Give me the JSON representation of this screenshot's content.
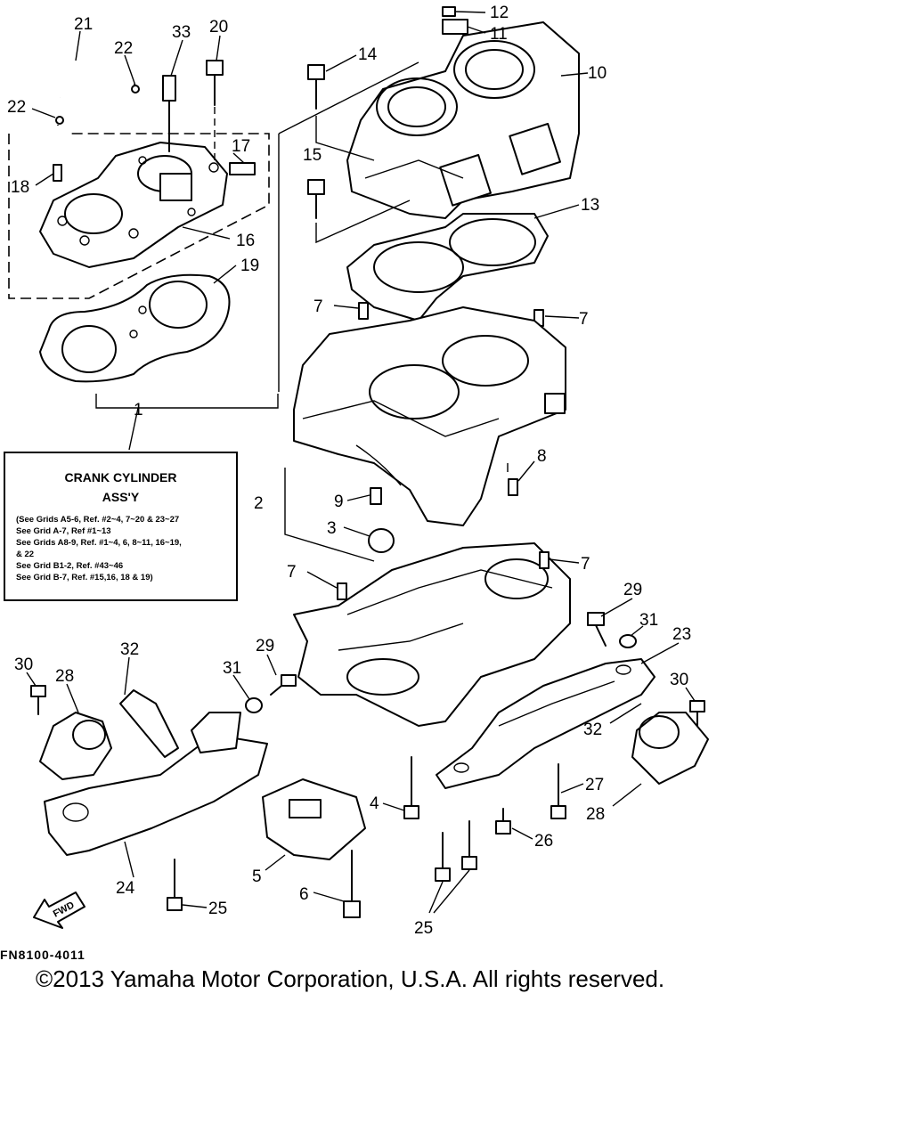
{
  "diagram": {
    "callouts": [
      {
        "id": "c21",
        "label": "21"
      },
      {
        "id": "c22a",
        "label": "22"
      },
      {
        "id": "c22b",
        "label": "22"
      },
      {
        "id": "c33",
        "label": "33"
      },
      {
        "id": "c20",
        "label": "20"
      },
      {
        "id": "c17",
        "label": "17"
      },
      {
        "id": "c18",
        "label": "18"
      },
      {
        "id": "c16",
        "label": "16"
      },
      {
        "id": "c19",
        "label": "19"
      },
      {
        "id": "c1",
        "label": "1"
      },
      {
        "id": "c12",
        "label": "12"
      },
      {
        "id": "c11",
        "label": "11"
      },
      {
        "id": "c10",
        "label": "10"
      },
      {
        "id": "c14",
        "label": "14"
      },
      {
        "id": "c15",
        "label": "15"
      },
      {
        "id": "c13",
        "label": "13"
      },
      {
        "id": "c7a",
        "label": "7"
      },
      {
        "id": "c7b",
        "label": "7"
      },
      {
        "id": "c8",
        "label": "8"
      },
      {
        "id": "c9",
        "label": "9"
      },
      {
        "id": "c2",
        "label": "2"
      },
      {
        "id": "c3",
        "label": "3"
      },
      {
        "id": "c7c",
        "label": "7"
      },
      {
        "id": "c7d",
        "label": "7"
      },
      {
        "id": "c29a",
        "label": "29"
      },
      {
        "id": "c31a",
        "label": "31"
      },
      {
        "id": "c23",
        "label": "23"
      },
      {
        "id": "c30a",
        "label": "30"
      },
      {
        "id": "c28a",
        "label": "28"
      },
      {
        "id": "c32a",
        "label": "32"
      },
      {
        "id": "c29b",
        "label": "29"
      },
      {
        "id": "c31b",
        "label": "31"
      },
      {
        "id": "c30b",
        "label": "30"
      },
      {
        "id": "c32b",
        "label": "32"
      },
      {
        "id": "c27",
        "label": "27"
      },
      {
        "id": "c28b",
        "label": "28"
      },
      {
        "id": "c4",
        "label": "4"
      },
      {
        "id": "c26",
        "label": "26"
      },
      {
        "id": "c5",
        "label": "5"
      },
      {
        "id": "c6",
        "label": "6"
      },
      {
        "id": "c24",
        "label": "24"
      },
      {
        "id": "c25a",
        "label": "25"
      },
      {
        "id": "c25b",
        "label": "25"
      }
    ],
    "fwd_label": "FWD"
  },
  "reference_box": {
    "title_line1": "CRANK CYLINDER",
    "title_line2": "ASS'Y",
    "lines": [
      "(See Grids A5-6, Ref. #2~4, 7~20 & 23~27",
      "See Grid A-7, Ref #1~13",
      "See Grids A8-9, Ref. #1~4, 6, 8~11, 16~19,",
      "& 22",
      "See Grid B1-2, Ref. #43~46",
      "See Grid B-7, Ref. #15,16, 18 & 19)"
    ]
  },
  "footer": {
    "drawing_code": "FN8100-4011",
    "copyright": "©2013 Yamaha Motor Corporation, U.S.A. All rights reserved."
  }
}
